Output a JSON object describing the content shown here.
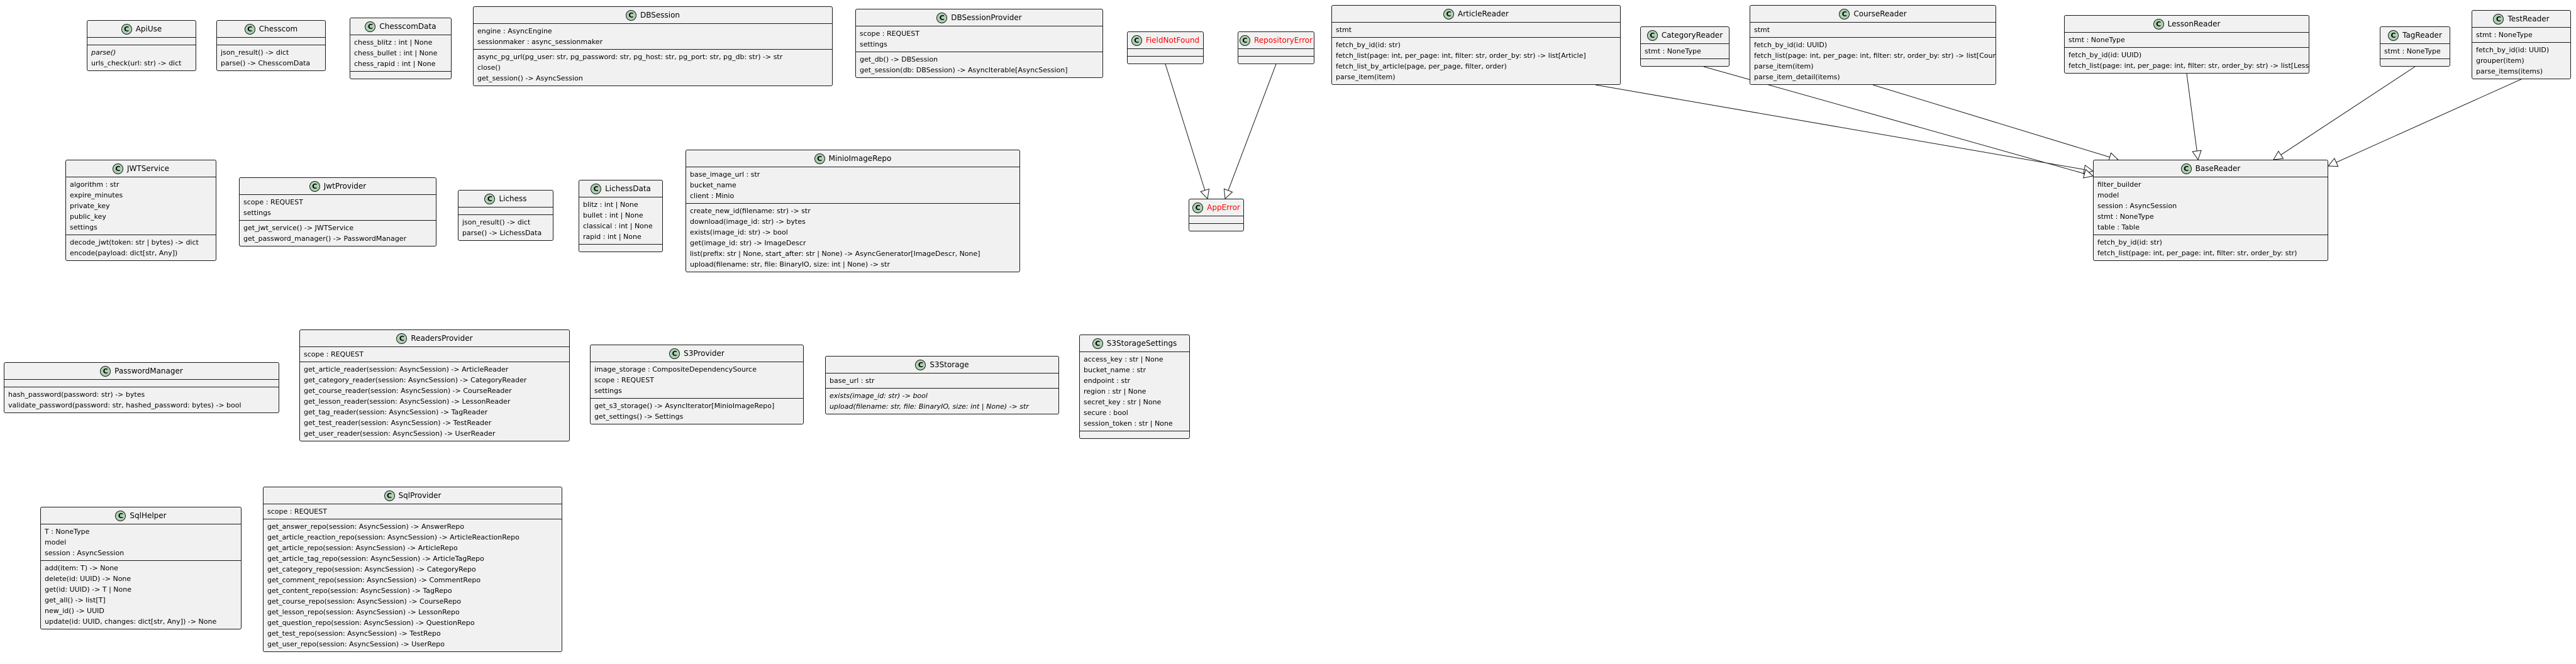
{
  "diagram": {
    "icon_glyph": "C",
    "icon_color": "#add1b2",
    "exception_name_color": "#ff0000",
    "classes": {
      "ApiUse": {
        "name": "ApiUse",
        "fields": [],
        "methods": [
          {
            "t": "parse()",
            "i": true
          },
          {
            "t": "urls_check(url: str) -> dict",
            "i": false
          }
        ]
      },
      "Chesscom": {
        "name": "Chesscom",
        "fields": [],
        "methods": [
          {
            "t": "json_result() -> dict",
            "i": false
          },
          {
            "t": "parse() -> ChesscomData",
            "i": false
          }
        ]
      },
      "ChesscomData": {
        "name": "ChesscomData",
        "fields": [
          {
            "t": "chess_blitz : int | None",
            "i": false
          },
          {
            "t": "chess_bullet : int | None",
            "i": false
          },
          {
            "t": "chess_rapid : int | None",
            "i": false
          }
        ],
        "methods": []
      },
      "DBSession": {
        "name": "DBSession",
        "fields": [
          {
            "t": "engine : AsyncEngine",
            "i": false
          },
          {
            "t": "sessionmaker : async_sessionmaker",
            "i": false
          }
        ],
        "methods": [
          {
            "t": "async_pg_url(pg_user: str, pg_password: str, pg_host: str, pg_port: str, pg_db: str) -> str",
            "i": false
          },
          {
            "t": "close()",
            "i": false
          },
          {
            "t": "get_session() -> AsyncSession",
            "i": false
          }
        ]
      },
      "DBSessionProvider": {
        "name": "DBSessionProvider",
        "fields": [
          {
            "t": "scope : REQUEST",
            "i": false
          },
          {
            "t": "settings",
            "i": false
          }
        ],
        "methods": [
          {
            "t": "get_db() -> DBSession",
            "i": false
          },
          {
            "t": "get_session(db: DBSession) -> AsyncIterable[AsyncSession]",
            "i": false
          }
        ]
      },
      "FieldNotFound": {
        "name": "FieldNotFound",
        "exception": true,
        "fields": [],
        "methods": []
      },
      "RepositoryError": {
        "name": "RepositoryError",
        "exception": true,
        "fields": [],
        "methods": []
      },
      "AppError": {
        "name": "AppError",
        "exception": true,
        "fields": [],
        "methods": []
      },
      "ArticleReader": {
        "name": "ArticleReader",
        "fields": [
          {
            "t": "stmt",
            "i": false
          }
        ],
        "methods": [
          {
            "t": "fetch_by_id(id: str)",
            "i": false
          },
          {
            "t": "fetch_list(page: int, per_page: int, filter: str, order_by: str) -> list[Article]",
            "i": false
          },
          {
            "t": "fetch_list_by_article(page, per_page, filter, order)",
            "i": false
          },
          {
            "t": "parse_item(item)",
            "i": false
          }
        ]
      },
      "CategoryReader": {
        "name": "CategoryReader",
        "fields": [
          {
            "t": "stmt : NoneType",
            "i": false
          }
        ],
        "methods": []
      },
      "CourseReader": {
        "name": "CourseReader",
        "fields": [
          {
            "t": "stmt",
            "i": false
          }
        ],
        "methods": [
          {
            "t": "fetch_by_id(id: UUID)",
            "i": false
          },
          {
            "t": "fetch_list(page: int, per_page: int, filter: str, order_by: str) -> list[Course]",
            "i": false
          },
          {
            "t": "parse_item(item)",
            "i": false
          },
          {
            "t": "parse_item_detail(items)",
            "i": false
          }
        ]
      },
      "LessonReader": {
        "name": "LessonReader",
        "fields": [
          {
            "t": "stmt : NoneType",
            "i": false
          }
        ],
        "methods": [
          {
            "t": "fetch_by_id(id: UUID)",
            "i": false
          },
          {
            "t": "fetch_list(page: int, per_page: int, filter: str, order_by: str) -> list[Lesson]",
            "i": false
          }
        ]
      },
      "TagReader": {
        "name": "TagReader",
        "fields": [
          {
            "t": "stmt : NoneType",
            "i": false
          }
        ],
        "methods": []
      },
      "TestReader": {
        "name": "TestReader",
        "fields": [
          {
            "t": "stmt : NoneType",
            "i": false
          }
        ],
        "methods": [
          {
            "t": "fetch_by_id(id: UUID)",
            "i": false
          },
          {
            "t": "grouper(item)",
            "i": false
          },
          {
            "t": "parse_items(items)",
            "i": false
          }
        ]
      },
      "BaseReader": {
        "name": "BaseReader",
        "fields": [
          {
            "t": "filter_builder",
            "i": false
          },
          {
            "t": "model",
            "i": false
          },
          {
            "t": "session : AsyncSession",
            "i": false
          },
          {
            "t": "stmt : NoneType",
            "i": false
          },
          {
            "t": "table : Table",
            "i": false
          }
        ],
        "methods": [
          {
            "t": "fetch_by_id(id: str)",
            "i": false
          },
          {
            "t": "fetch_list(page: int, per_page: int, filter: str, order_by: str)",
            "i": false
          }
        ]
      },
      "JWTService": {
        "name": "JWTService",
        "fields": [
          {
            "t": "algorithm : str",
            "i": false
          },
          {
            "t": "expire_minutes",
            "i": false
          },
          {
            "t": "private_key",
            "i": false
          },
          {
            "t": "public_key",
            "i": false
          },
          {
            "t": "settings",
            "i": false
          }
        ],
        "methods": [
          {
            "t": "decode_jwt(token: str | bytes) -> dict",
            "i": false
          },
          {
            "t": "encode(payload: dict[str, Any])",
            "i": false
          }
        ]
      },
      "JwtProvider": {
        "name": "JwtProvider",
        "fields": [
          {
            "t": "scope : REQUEST",
            "i": false
          },
          {
            "t": "settings",
            "i": false
          }
        ],
        "methods": [
          {
            "t": "get_jwt_service() -> JWTService",
            "i": false
          },
          {
            "t": "get_password_manager() -> PasswordManager",
            "i": false
          }
        ]
      },
      "Lichess": {
        "name": "Lichess",
        "fields": [],
        "methods": [
          {
            "t": "json_result() -> dict",
            "i": false
          },
          {
            "t": "parse() -> LichessData",
            "i": false
          }
        ]
      },
      "LichessData": {
        "name": "LichessData",
        "fields": [
          {
            "t": "blitz : int | None",
            "i": false
          },
          {
            "t": "bullet : int | None",
            "i": false
          },
          {
            "t": "classical : int | None",
            "i": false
          },
          {
            "t": "rapid : int | None",
            "i": false
          }
        ],
        "methods": []
      },
      "MinioImageRepo": {
        "name": "MinioImageRepo",
        "fields": [
          {
            "t": "base_image_url : str",
            "i": false
          },
          {
            "t": "bucket_name",
            "i": false
          },
          {
            "t": "client : Minio",
            "i": false
          }
        ],
        "methods": [
          {
            "t": "create_new_id(filename: str) -> str",
            "i": false
          },
          {
            "t": "download(image_id: str) -> bytes",
            "i": false
          },
          {
            "t": "exists(image_id: str) -> bool",
            "i": false
          },
          {
            "t": "get(image_id: str) -> ImageDescr",
            "i": false
          },
          {
            "t": "list(prefix: str | None, start_after: str | None) -> AsyncGenerator[ImageDescr, None]",
            "i": false
          },
          {
            "t": "upload(filename: str, file: BinaryIO, size: int | None) -> str",
            "i": false
          }
        ]
      },
      "PasswordManager": {
        "name": "PasswordManager",
        "fields": [],
        "methods": [
          {
            "t": "hash_password(password: str) -> bytes",
            "i": false
          },
          {
            "t": "validate_password(password: str, hashed_password: bytes) -> bool",
            "i": false
          }
        ]
      },
      "ReadersProvider": {
        "name": "ReadersProvider",
        "fields": [
          {
            "t": "scope : REQUEST",
            "i": false
          }
        ],
        "methods": [
          {
            "t": "get_article_reader(session: AsyncSession) -> ArticleReader",
            "i": false
          },
          {
            "t": "get_category_reader(session: AsyncSession) -> CategoryReader",
            "i": false
          },
          {
            "t": "get_course_reader(session: AsyncSession) -> CourseReader",
            "i": false
          },
          {
            "t": "get_lesson_reader(session: AsyncSession) -> LessonReader",
            "i": false
          },
          {
            "t": "get_tag_reader(session: AsyncSession) -> TagReader",
            "i": false
          },
          {
            "t": "get_test_reader(session: AsyncSession) -> TestReader",
            "i": false
          },
          {
            "t": "get_user_reader(session: AsyncSession) -> UserReader",
            "i": false
          }
        ]
      },
      "S3Provider": {
        "name": "S3Provider",
        "fields": [
          {
            "t": "image_storage : CompositeDependencySource",
            "i": false
          },
          {
            "t": "scope : REQUEST",
            "i": false
          },
          {
            "t": "settings",
            "i": false
          }
        ],
        "methods": [
          {
            "t": "get_s3_storage() -> AsyncIterator[MinioImageRepo]",
            "i": false
          },
          {
            "t": "get_settings() -> Settings",
            "i": false
          }
        ]
      },
      "S3Storage": {
        "name": "S3Storage",
        "fields": [
          {
            "t": "base_url : str",
            "i": false
          }
        ],
        "methods": [
          {
            "t": "exists(image_id: str) -> bool",
            "i": true
          },
          {
            "t": "upload(filename: str, file: BinaryIO, size: int | None) -> str",
            "i": true
          }
        ]
      },
      "S3StorageSettings": {
        "name": "S3StorageSettings",
        "fields": [
          {
            "t": "access_key : str | None",
            "i": false
          },
          {
            "t": "bucket_name : str",
            "i": false
          },
          {
            "t": "endpoint : str",
            "i": false
          },
          {
            "t": "region : str | None",
            "i": false
          },
          {
            "t": "secret_key : str | None",
            "i": false
          },
          {
            "t": "secure : bool",
            "i": false
          },
          {
            "t": "session_token : str | None",
            "i": false
          }
        ],
        "methods": []
      },
      "SqlHelper": {
        "name": "SqlHelper",
        "fields": [
          {
            "t": "T : NoneType",
            "i": false
          },
          {
            "t": "model",
            "i": false
          },
          {
            "t": "session : AsyncSession",
            "i": false
          }
        ],
        "methods": [
          {
            "t": "add(item: T) -> None",
            "i": false
          },
          {
            "t": "delete(id: UUID) -> None",
            "i": false
          },
          {
            "t": "get(id: UUID) -> T | None",
            "i": false
          },
          {
            "t": "get_all() -> list[T]",
            "i": false
          },
          {
            "t": "new_id() -> UUID",
            "i": false
          },
          {
            "t": "update(id: UUID, changes: dict[str, Any]) -> None",
            "i": false
          }
        ]
      },
      "SqlProvider": {
        "name": "SqlProvider",
        "fields": [
          {
            "t": "scope : REQUEST",
            "i": false
          }
        ],
        "methods": [
          {
            "t": "get_answer_repo(session: AsyncSession) -> AnswerRepo",
            "i": false
          },
          {
            "t": "get_article_reaction_repo(session: AsyncSession) -> ArticleReactionRepo",
            "i": false
          },
          {
            "t": "get_article_repo(session: AsyncSession) -> ArticleRepo",
            "i": false
          },
          {
            "t": "get_article_tag_repo(session: AsyncSession) -> ArticleTagRepo",
            "i": false
          },
          {
            "t": "get_category_repo(session: AsyncSession) -> CategoryRepo",
            "i": false
          },
          {
            "t": "get_comment_repo(session: AsyncSession) -> CommentRepo",
            "i": false
          },
          {
            "t": "get_content_repo(session: AsyncSession) -> TagRepo",
            "i": false
          },
          {
            "t": "get_course_repo(session: AsyncSession) -> CourseRepo",
            "i": false
          },
          {
            "t": "get_lesson_repo(session: AsyncSession) -> LessonRepo",
            "i": false
          },
          {
            "t": "get_question_repo(session: AsyncSession) -> QuestionRepo",
            "i": false
          },
          {
            "t": "get_test_repo(session: AsyncSession) -> TestRepo",
            "i": false
          },
          {
            "t": "get_user_repo(session: AsyncSession) -> UserRepo",
            "i": false
          }
        ]
      }
    },
    "inheritance": [
      {
        "from": "FieldNotFound",
        "to": "AppError"
      },
      {
        "from": "RepositoryError",
        "to": "AppError"
      },
      {
        "from": "ArticleReader",
        "to": "BaseReader"
      },
      {
        "from": "CategoryReader",
        "to": "BaseReader"
      },
      {
        "from": "CourseReader",
        "to": "BaseReader"
      },
      {
        "from": "LessonReader",
        "to": "BaseReader"
      },
      {
        "from": "TagReader",
        "to": "BaseReader"
      },
      {
        "from": "TestReader",
        "to": "BaseReader"
      }
    ]
  }
}
